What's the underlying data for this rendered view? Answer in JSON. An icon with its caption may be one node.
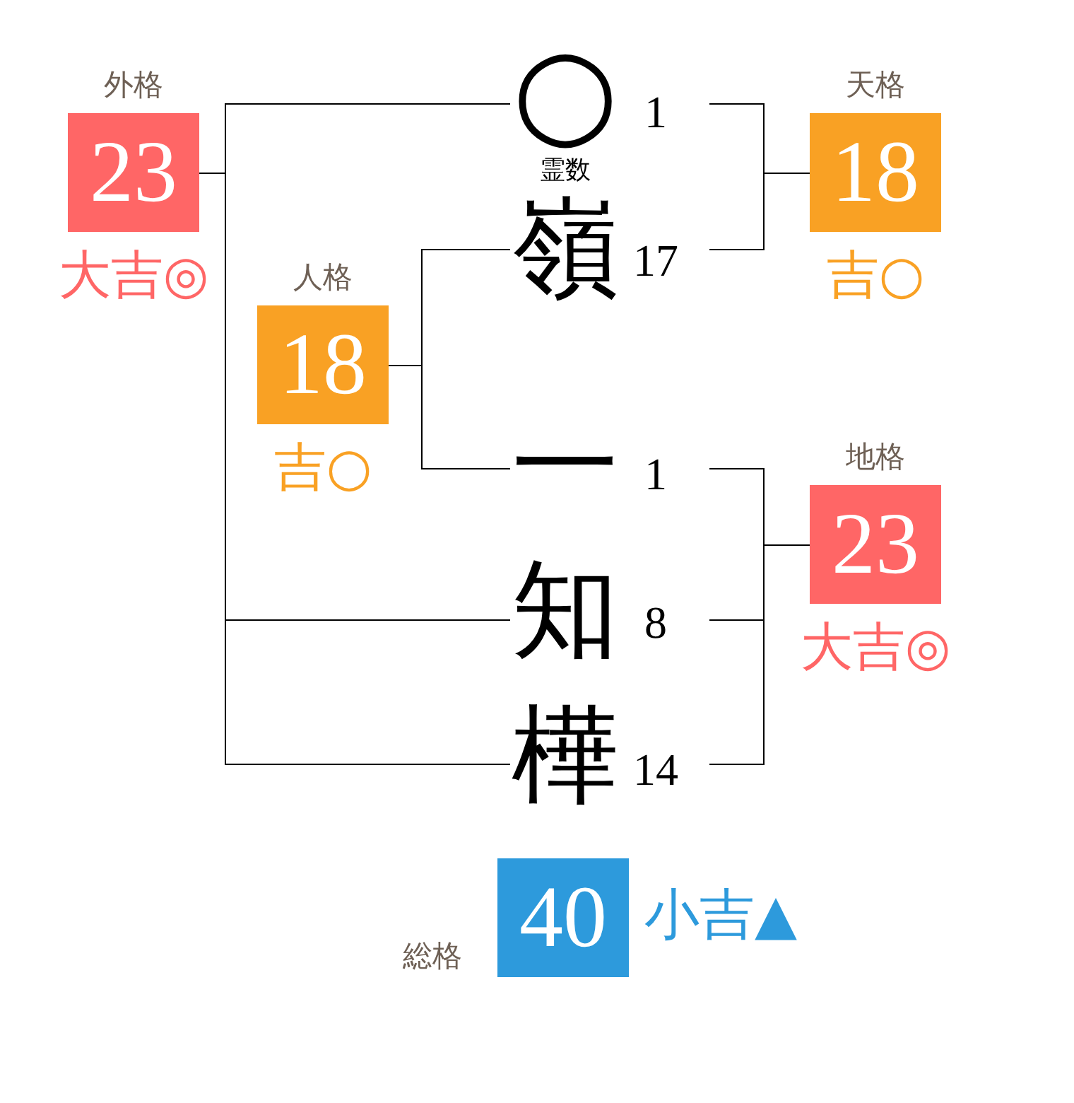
{
  "diagram": {
    "nodes": [
      {
        "text": [
          "外格",
          "23"
        ],
        "beside": [
          "大吉◎"
        ]
      },
      {
        "text": [
          "○"
        ],
        "beside": [
          "霊数",
          "1"
        ]
      },
      {
        "text": [
          "天格",
          "18"
        ],
        "beside": [
          "吉○"
        ]
      },
      {
        "text": [
          "嶺"
        ],
        "beside": [
          "17"
        ]
      },
      {
        "text": [
          "人格",
          "18"
        ],
        "beside": [
          "吉○"
        ]
      },
      {
        "text": [
          "一"
        ],
        "beside": [
          "1"
        ]
      },
      {
        "text": [
          "地格",
          "23"
        ],
        "beside": [
          "大吉◎"
        ]
      },
      {
        "text": [
          "知"
        ],
        "beside": [
          "8"
        ]
      },
      {
        "text": [
          "樺"
        ],
        "beside": [
          "14"
        ]
      },
      {
        "text": [
          "総格",
          "40"
        ],
        "beside": [
          "小吉▲"
        ]
      }
    ],
    "edges": [
      {
        "from": 0,
        "to": 1,
        "arrow": "none"
      },
      {
        "from": 0,
        "to": 7,
        "arrow": "none"
      },
      {
        "from": 0,
        "to": 8,
        "arrow": "none"
      },
      {
        "from": 4,
        "to": 3,
        "arrow": "none"
      },
      {
        "from": 4,
        "to": 5,
        "arrow": "none"
      },
      {
        "from": 1,
        "to": 2,
        "arrow": "none"
      },
      {
        "from": 3,
        "to": 2,
        "arrow": "none"
      },
      {
        "from": 5,
        "to": 6,
        "arrow": "none"
      },
      {
        "from": 7,
        "to": 6,
        "arrow": "none"
      },
      {
        "from": 8,
        "to": 6,
        "arrow": "none"
      }
    ]
  }
}
